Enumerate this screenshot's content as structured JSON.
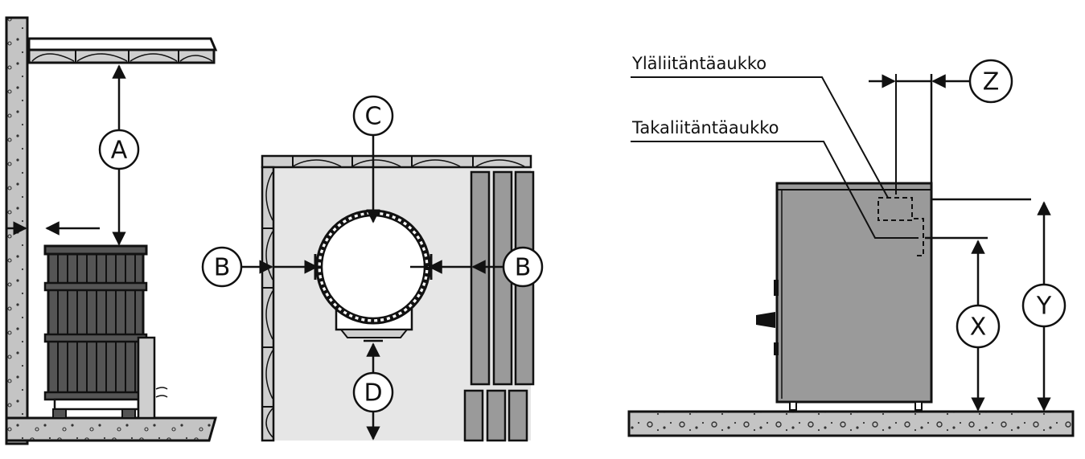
{
  "colors": {
    "stroke": "#111111",
    "heater_fill": "#555555",
    "stove_fill": "#9a9a9a",
    "floor_fill": "#c4c4c4",
    "room_fill": "#e6e6e6",
    "wood_fill": "#cfcfcf"
  },
  "labels": {
    "a": "A",
    "b_left": "B",
    "b_right": "B",
    "c": "C",
    "d": "D",
    "x": "X",
    "y": "Y",
    "z": "Z"
  },
  "leaders": {
    "top_opening": "Yläliitäntäaukko",
    "rear_opening": "Takaliitäntäaukko"
  }
}
